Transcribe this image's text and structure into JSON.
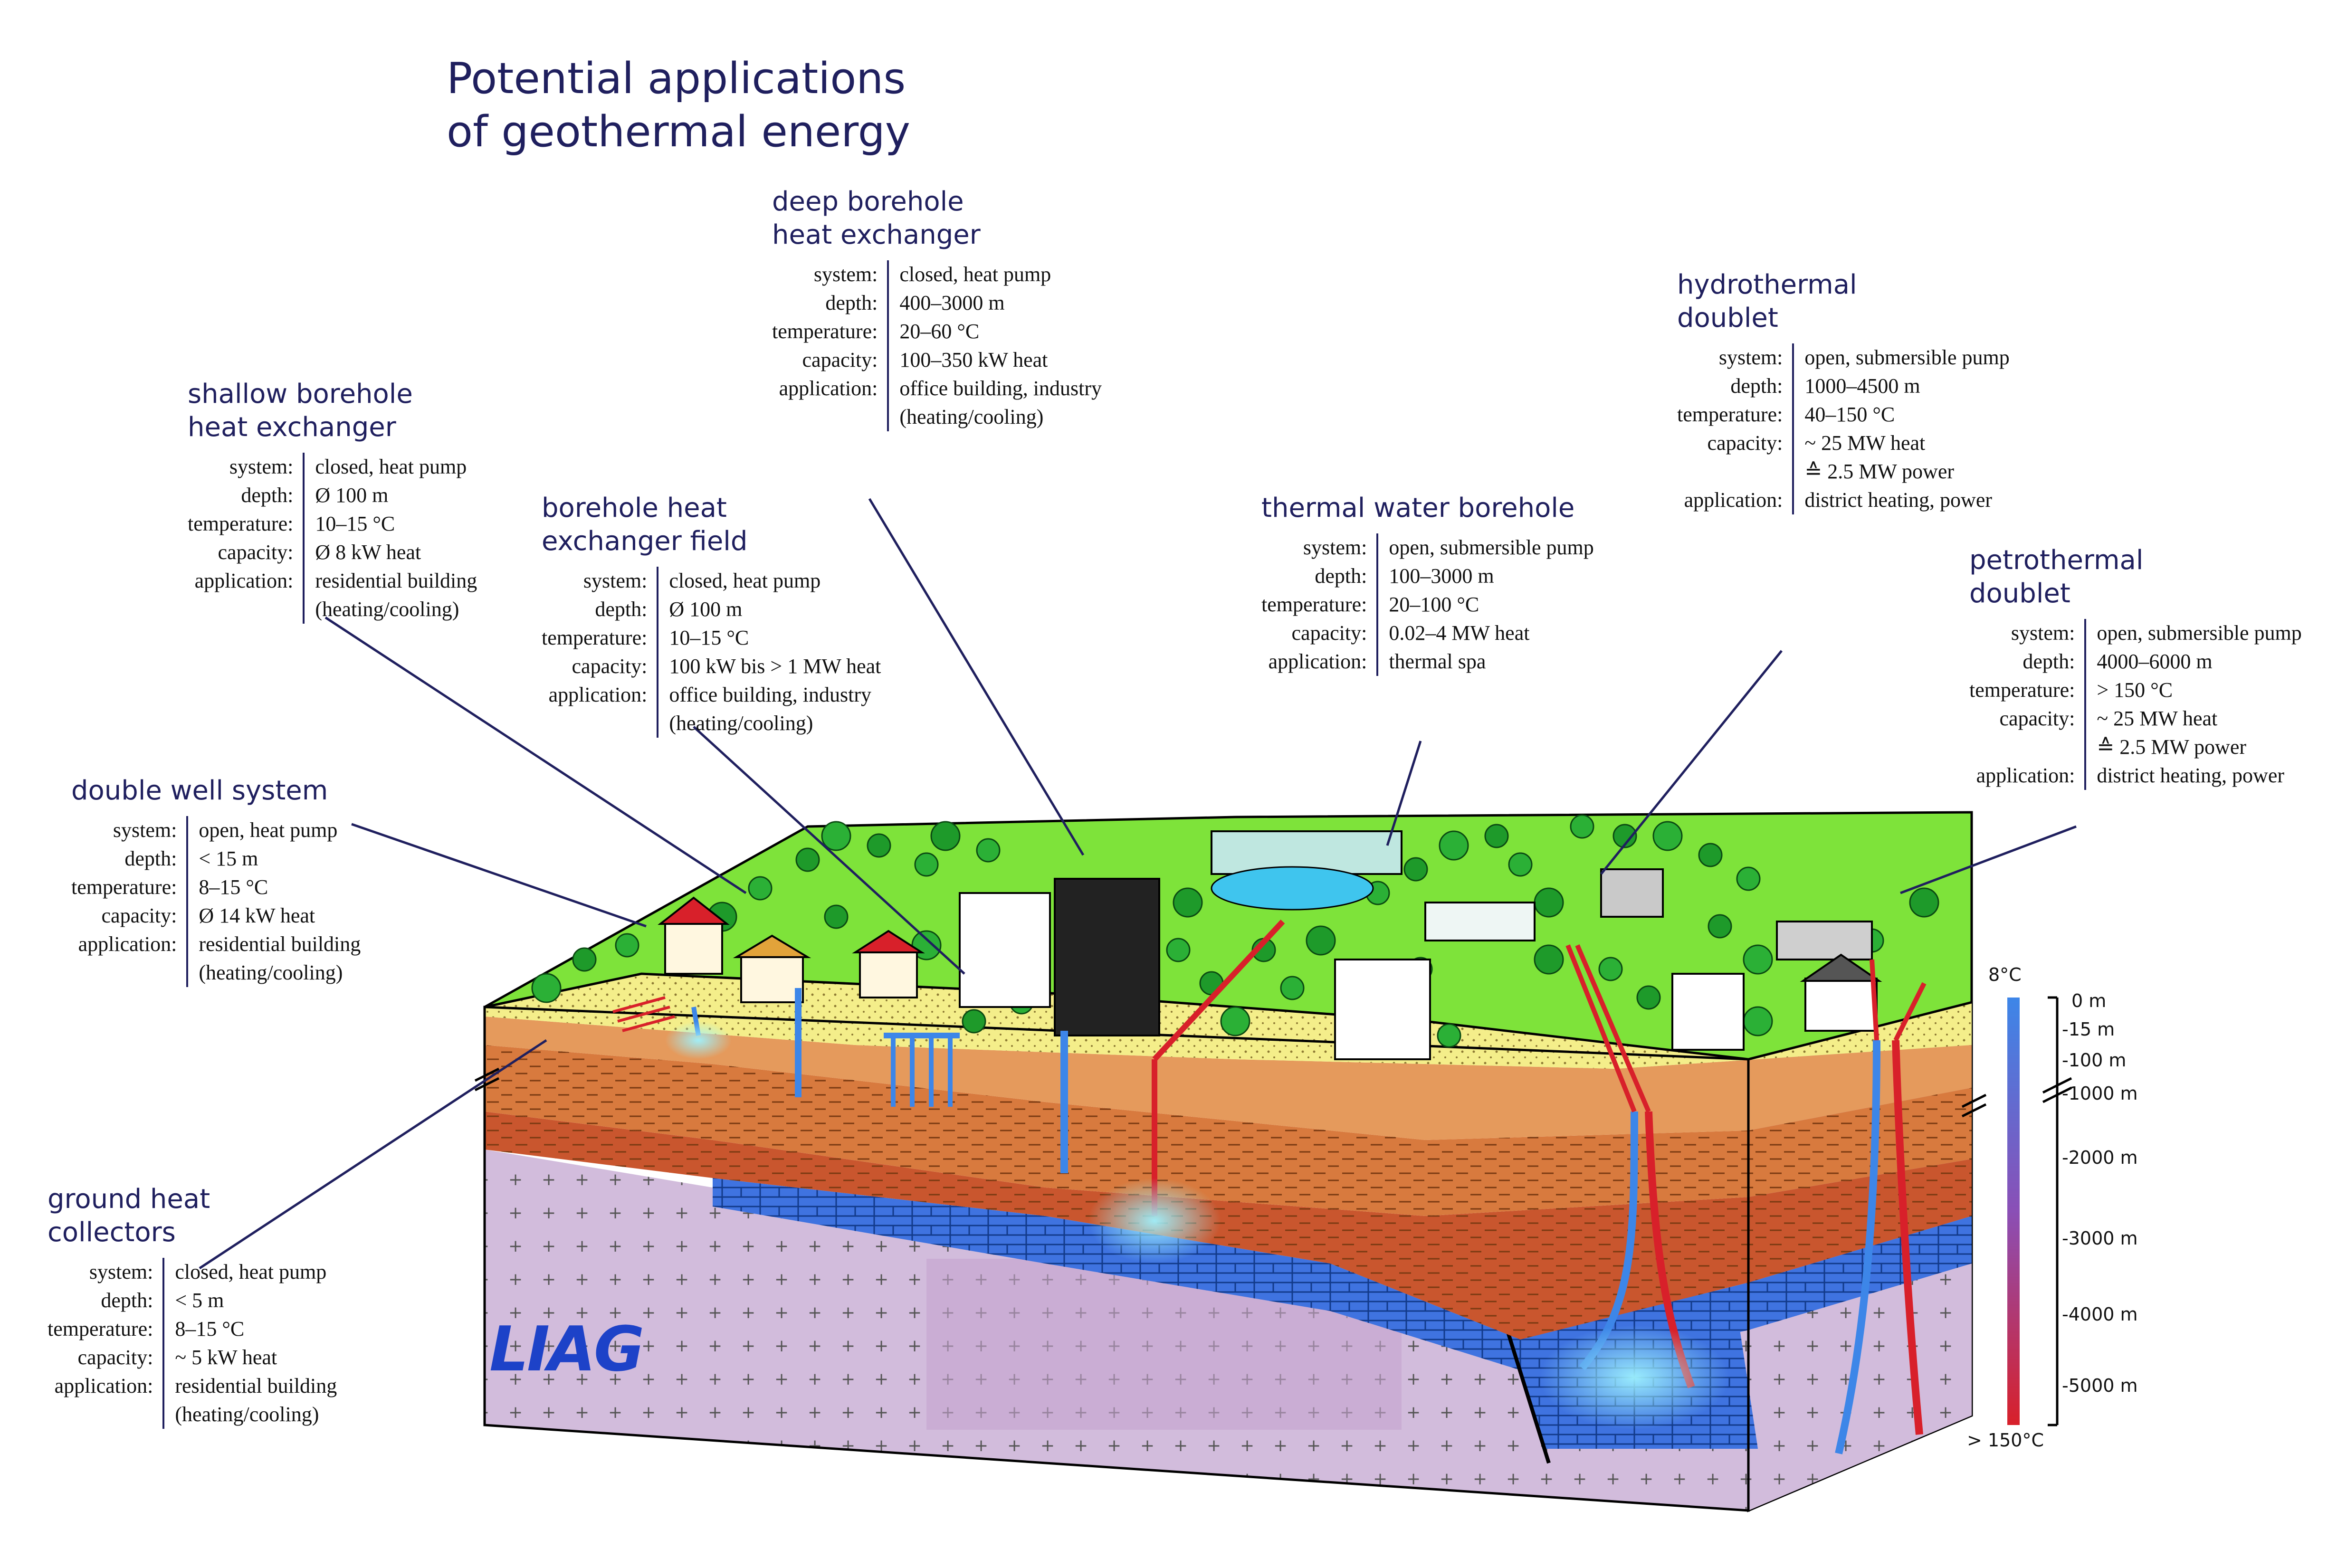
{
  "title": {
    "line1": "Potential applications",
    "line2": "of geothermal energy"
  },
  "colors": {
    "title_blue": "#1f1f5e",
    "grass": "#7ee33a",
    "soil_yellow": "#f4ee8a",
    "clay_orange": "#e59a5c",
    "marl_red": "#c9562e",
    "limestone_blue": "#3f73e0",
    "granite_purple": "#d2bcdc",
    "pipe_cold": "#3d86e8",
    "pipe_hot": "#d8202a"
  },
  "callouts": [
    {
      "id": "shallow-borehole",
      "title": [
        "shallow borehole",
        "heat exchanger"
      ],
      "rows": [
        {
          "key": "system:",
          "value": "closed, heat pump"
        },
        {
          "key": "depth:",
          "value": "Ø 100 m"
        },
        {
          "key": "temperature:",
          "value": "10–15 °C"
        },
        {
          "key": "capacity:",
          "value": "Ø 8 kW heat"
        },
        {
          "key": "application:",
          "value": "residential building"
        },
        {
          "key": "",
          "value": "(heating/cooling)"
        }
      ]
    },
    {
      "id": "deep-borehole",
      "title": [
        "deep borehole",
        "heat exchanger"
      ],
      "rows": [
        {
          "key": "system:",
          "value": "closed, heat pump"
        },
        {
          "key": "depth:",
          "value": "400–3000 m"
        },
        {
          "key": "temperature:",
          "value": "20–60 °C"
        },
        {
          "key": "capacity:",
          "value": "100–350 kW heat"
        },
        {
          "key": "application:",
          "value": "office building, industry"
        },
        {
          "key": "",
          "value": "(heating/cooling)"
        }
      ]
    },
    {
      "id": "borehole-field",
      "title": [
        "borehole heat",
        "exchanger field"
      ],
      "rows": [
        {
          "key": "system:",
          "value": "closed, heat pump"
        },
        {
          "key": "depth:",
          "value": "Ø 100 m"
        },
        {
          "key": "temperature:",
          "value": "10–15 °C"
        },
        {
          "key": "capacity:",
          "value": "100 kW bis > 1 MW heat"
        },
        {
          "key": "application:",
          "value": "office building, industry"
        },
        {
          "key": "",
          "value": "(heating/cooling)"
        }
      ]
    },
    {
      "id": "thermal-water",
      "title": [
        "thermal water borehole"
      ],
      "rows": [
        {
          "key": "system:",
          "value": "open, submersible pump"
        },
        {
          "key": "depth:",
          "value": "100–3000 m"
        },
        {
          "key": "temperature:",
          "value": "20–100 °C"
        },
        {
          "key": "capacity:",
          "value": "0.02–4 MW heat"
        },
        {
          "key": "application:",
          "value": "thermal spa"
        }
      ]
    },
    {
      "id": "hydrothermal",
      "title": [
        "hydrothermal",
        "doublet"
      ],
      "rows": [
        {
          "key": "system:",
          "value": "open, submersible pump"
        },
        {
          "key": "depth:",
          "value": "1000–4500 m"
        },
        {
          "key": "temperature:",
          "value": "40–150 °C"
        },
        {
          "key": "capacity:",
          "value": "~ 25 MW heat"
        },
        {
          "key": "",
          "value": "≙ 2.5 MW power"
        },
        {
          "key": "application:",
          "value": "district heating, power"
        }
      ]
    },
    {
      "id": "petrothermal",
      "title": [
        "petrothermal",
        "doublet"
      ],
      "rows": [
        {
          "key": "system:",
          "value": "open, submersible pump"
        },
        {
          "key": "depth:",
          "value": "4000–6000 m"
        },
        {
          "key": "temperature:",
          "value": "> 150 °C"
        },
        {
          "key": "capacity:",
          "value": "~ 25 MW heat"
        },
        {
          "key": "",
          "value": "≙ 2.5 MW power"
        },
        {
          "key": "application:",
          "value": "district heating, power"
        }
      ]
    },
    {
      "id": "double-well",
      "title": [
        "double well system"
      ],
      "rows": [
        {
          "key": "system:",
          "value": "open, heat pump"
        },
        {
          "key": "depth:",
          "value": "< 15 m"
        },
        {
          "key": "temperature:",
          "value": "8–15 °C"
        },
        {
          "key": "capacity:",
          "value": "Ø 14 kW heat"
        },
        {
          "key": "application:",
          "value": "residential building"
        },
        {
          "key": "",
          "value": "(heating/cooling)"
        }
      ]
    },
    {
      "id": "ground-collectors",
      "title": [
        "ground heat",
        "collectors"
      ],
      "rows": [
        {
          "key": "system:",
          "value": "closed, heat pump"
        },
        {
          "key": "depth:",
          "value": "< 5 m"
        },
        {
          "key": "temperature:",
          "value": "8–15 °C"
        },
        {
          "key": "capacity:",
          "value": "~ 5 kW heat"
        },
        {
          "key": "application:",
          "value": "residential building"
        },
        {
          "key": "",
          "value": "(heating/cooling)"
        }
      ]
    }
  ],
  "scale": {
    "temp_top": "8°C",
    "temp_bottom": "> 150°C",
    "depths": [
      "0 m",
      "-15 m",
      "-100 m",
      "-1000 m",
      "-2000 m",
      "-3000 m",
      "-4000 m",
      "-5000 m"
    ]
  },
  "logo": {
    "text": "LIAG"
  }
}
